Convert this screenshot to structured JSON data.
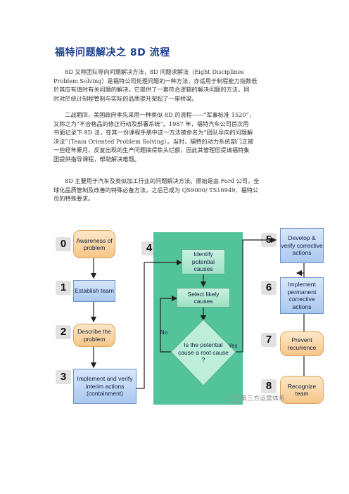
{
  "title": "福特问题解决之 8D 流程",
  "paragraphs": [
    [
      "8D 又称团队导向问题解决方法，8D 问题求解法（Eight Disciplines",
      "Problem Solving）是福特公司处理问题的一种方法，亦适用于制程能力指数低",
      "於其应有值时有关问题的解决。它提供了一套符合逻辑的解决问题的方法，同",
      "时对於统计制程管制与实际的品质提升架起了一座桥梁。"
    ],
    [
      "二战期间，美国政府率先采用一种类似 8D 的流程——“军事标准 1520”，",
      "又称之为“不合格品的修正行动及部署系统”。1987 年，福特汽车公司首次用",
      "书面记录下 8D 法，在其一份课程手册中这一方法被命名为“团队导向的问题解",
      "决法”（Team Oriented Problem Solving）。当时，福特的动力系统部门正被",
      "一些经年累月、反复出现的生产问题搞得焦头烂额，因此其管理层提请福特集",
      "团提供指导课程，帮助解决难题。"
    ],
    [
      "8D 主要用于汽车及类似加工行业的问题解决方法。原始是由 Ford 公司，全",
      "球化品质管制及改善的特殊必备方法，之后已成为 QS9000/ TS16949、福特公",
      "司的特殊要求。"
    ]
  ],
  "flow": {
    "steps": [
      {
        "num": "0",
        "label": "Awareness of problem"
      },
      {
        "num": "1",
        "label": "Establish team"
      },
      {
        "num": "2",
        "label": "Describe the problem"
      },
      {
        "num": "3",
        "label": "Implement and verify interim actions (containment)"
      },
      {
        "num": "4",
        "label": ""
      },
      {
        "num": "5",
        "label": "Develop & verify corrective actions"
      },
      {
        "num": "6",
        "label": "Implement permanent corrective actions"
      },
      {
        "num": "7",
        "label": "Prevent recurrence"
      },
      {
        "num": "8",
        "label": "Recognize team"
      }
    ],
    "center": {
      "identify": "Identify potential causes",
      "select": "Select likely causes",
      "decision": "Is the potential cause a root cause ?",
      "no": "No",
      "yes": "Yes"
    }
  },
  "watermark": "第三方运营体系",
  "colors": {
    "title": "#1d3f8f",
    "green_panel": "#52c39b",
    "oval_fill": "#f6c689",
    "rect_fill": "#aac8ef"
  }
}
